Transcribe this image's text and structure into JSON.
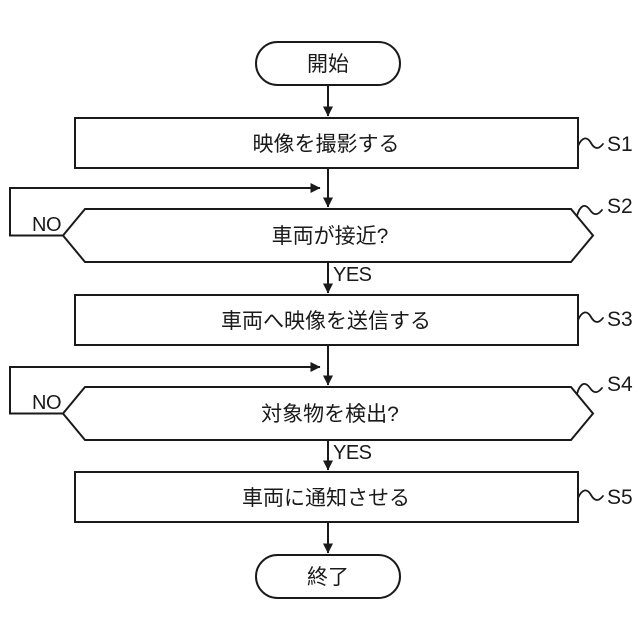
{
  "figure": {
    "background": "#ffffff",
    "line_color": "#1a1a1a",
    "nodes": {
      "start": {
        "type": "terminal",
        "label": "開始"
      },
      "s1": {
        "type": "process",
        "label": "映像を撮影する",
        "step": "S1"
      },
      "s2": {
        "type": "decision",
        "label": "車両が接近?",
        "step": "S2"
      },
      "s3": {
        "type": "process",
        "label": "車両へ映像を送信する",
        "step": "S3"
      },
      "s4": {
        "type": "decision",
        "label": "対象物を検出?",
        "step": "S4"
      },
      "s5": {
        "type": "process",
        "label": "車両に通知させる",
        "step": "S5"
      },
      "end": {
        "type": "terminal",
        "label": "終了"
      }
    },
    "branches": {
      "s2_no": "NO",
      "s2_yes": "YES",
      "s4_no": "NO",
      "s4_yes": "YES"
    }
  }
}
